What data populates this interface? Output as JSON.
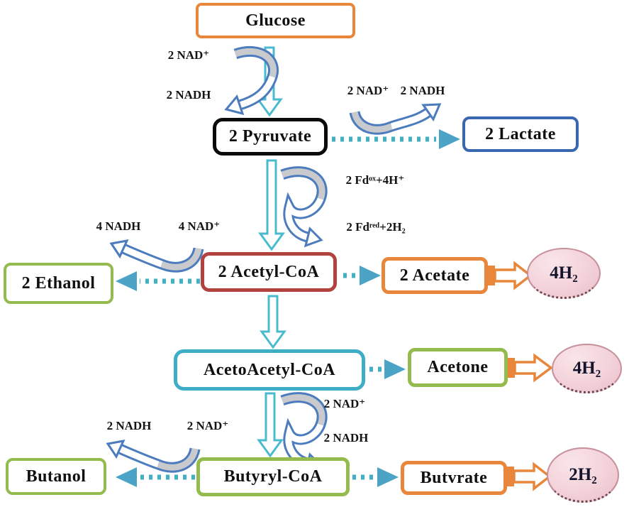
{
  "diagram": {
    "type": "metabolic-pathway",
    "nodes": {
      "glucose": "Glucose",
      "pyruvate": "2 Pyruvate",
      "lactate": "2 Lactate",
      "acetyl_coa": "2 Acetyl-CoA",
      "ethanol": "2 Ethanol",
      "acetate": "2 Acetate",
      "acetoacetyl_coa": "AcetoAcetyl-CoA",
      "acetone": "Acetone",
      "butanol": "Butanol",
      "butyryl_coa": "Butyryl-CoA",
      "butyrate": "Butvrate",
      "h2_from_acetate": "4H₂",
      "h2_from_acetone": "4H₂",
      "h2_from_butyrate": "2H₂"
    },
    "cofactors": {
      "glycolysis_nad": "2 NAD⁺",
      "glycolysis_nadh": "2 NADH",
      "lactate_nad": "2 NAD⁺",
      "lactate_nadh": "2 NADH",
      "ferredoxin_ox": "2 Fdᵒˣ+4H⁺",
      "ferredoxin_red": "2 Fdʳᵉᵈ+2H₂",
      "ethanol_nadh": "4 NADH",
      "ethanol_nad": "4 NAD⁺",
      "butyryl_nad": "2 NAD⁺",
      "butyryl_nadh": "2 NADH",
      "butanol_nadh": "2 NADH",
      "butanol_nad": "2 NAD⁺"
    },
    "colors": {
      "orange_border": "#E8873B",
      "black_border": "#0A0A0A",
      "blue_border": "#3A68B0",
      "dark_red_border": "#B2423E",
      "green_border": "#94BB4D",
      "teal_border": "#3EAEC6",
      "vertical_arrow": "#4ABBCF",
      "curved_arrow_blue": "#4C7CBE",
      "curved_arrow_gray": "#C9CACE",
      "dotted_arrow": "#41B0C4",
      "dotted_arrowhead": "#4BA4C6",
      "h2_ellipse_fill": "#F3D2D9",
      "h2_ellipse_border": "#C7919B",
      "text": "#101010"
    }
  }
}
